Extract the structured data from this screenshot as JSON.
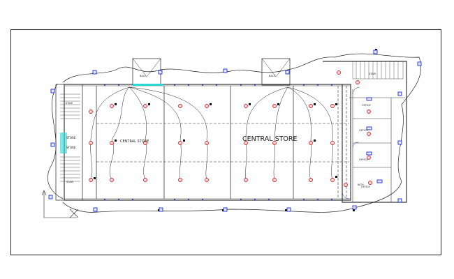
{
  "drawing": {
    "rooms": {
      "central_store_small": "CENTRAL STORE",
      "central_store_large": "CENTRAL STORE",
      "store_upper": "STORE",
      "store_lower": "STORE",
      "office_1": "OFFICE",
      "office_2": "OFFICE",
      "office_3": "OFFICE",
      "office_4": "OFFICE",
      "stair_left_upper": "STAIR",
      "stair_left_lower": "STAIR",
      "stair_right": "STAIR",
      "balcony_1": "BALC",
      "balcony_2": "BALC",
      "bath": "BATH"
    },
    "colors": {
      "wall": "#3a3a3a",
      "light_fixture": "#d62a2a",
      "switch_box": "#1a2bd6",
      "wiring": "#222222",
      "glass": "#2ad6d6"
    },
    "symbols": {
      "light": "ceiling-light-icon",
      "switch": "switch-box-icon",
      "socket": "socket-icon",
      "north": "north-arrow-icon"
    }
  }
}
